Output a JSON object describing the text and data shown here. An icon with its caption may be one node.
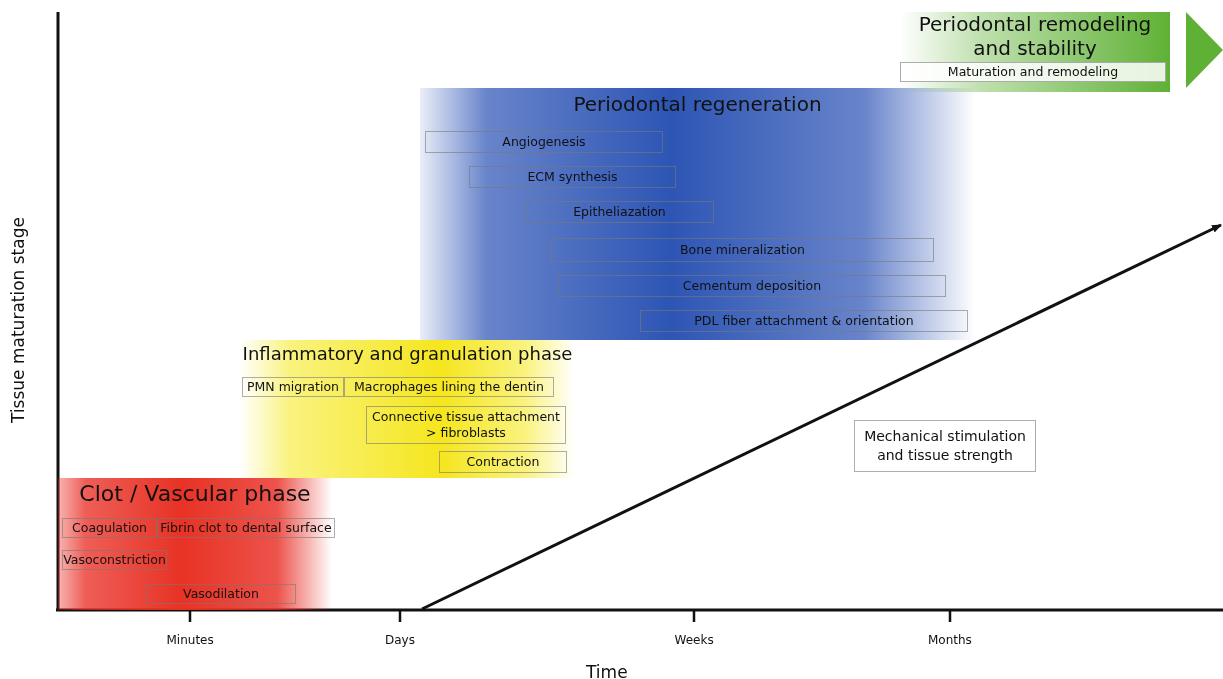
{
  "diagram": {
    "nodes": [
      {
        "text": [
          "Clot / Vascular phase"
        ]
      },
      {
        "text": [
          "Coagulation"
        ],
        "in": 0
      },
      {
        "text": [
          "Fibrin clot to dental surface"
        ],
        "in": 0
      },
      {
        "text": [
          "Vasoconstriction"
        ],
        "in": 0
      },
      {
        "text": [
          "Vasodilation"
        ],
        "in": 0
      },
      {
        "text": [
          "Inflammatory and granulation phase"
        ]
      },
      {
        "text": [
          "PMN migration"
        ],
        "in": 5
      },
      {
        "text": [
          "Macrophages lining the dentin"
        ],
        "in": 5
      },
      {
        "text": [
          "Connective tissue attachment > fibroblasts"
        ],
        "in": 5
      },
      {
        "text": [
          "Contraction"
        ],
        "in": 5
      },
      {
        "text": [
          "Periodontal regeneration"
        ]
      },
      {
        "text": [
          "Angiogenesis"
        ],
        "in": 10
      },
      {
        "text": [
          "ECM synthesis"
        ],
        "in": 10
      },
      {
        "text": [
          "Epitheliazation"
        ],
        "in": 10
      },
      {
        "text": [
          "Bone mineralization"
        ],
        "in": 10
      },
      {
        "text": [
          "Cementum deposition"
        ],
        "in": 10
      },
      {
        "text": [
          "PDL fiber attachment & orientation"
        ],
        "in": 10
      },
      {
        "text": [
          "Periodontal remodeling and stability"
        ]
      },
      {
        "text": [
          "Maturation and remodeling"
        ],
        "in": 17
      },
      {
        "text": [
          "Mechanical stimulation and tissue strength"
        ]
      }
    ],
    "labels": [
      "Tissue maturation stage",
      "Minutes",
      "Days",
      "Weeks",
      "Months",
      "Time"
    ]
  }
}
